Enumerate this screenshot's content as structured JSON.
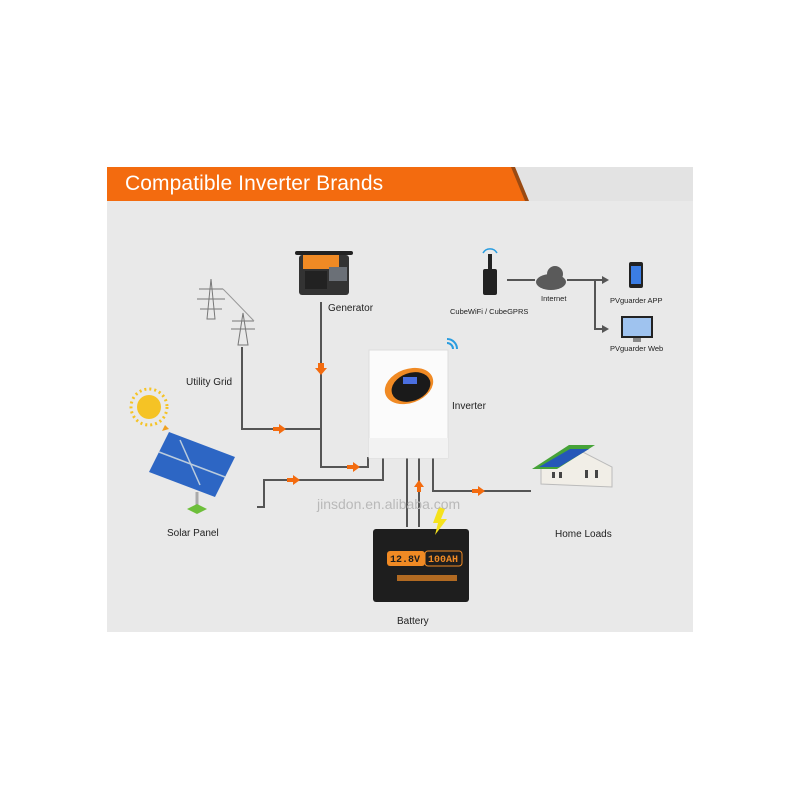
{
  "banner": {
    "title": "Compatible Inverter Brands",
    "color": "#f36b0f"
  },
  "nodes": {
    "generator": {
      "label": "Generator"
    },
    "utility_grid": {
      "label": "Utility Grid"
    },
    "solar_panel": {
      "label": "Solar Panel"
    },
    "inverter": {
      "label": "Inverter"
    },
    "home_loads": {
      "label": "Home Loads"
    },
    "battery": {
      "label": "Battery",
      "voltage": "12.8V",
      "capacity": "100AH"
    },
    "cube": {
      "label": "CubeWiFi / CubeGPRS"
    },
    "internet": {
      "label": "Internet"
    },
    "app": {
      "label": "PVguarder APP"
    },
    "web": {
      "label": "PVguarder Web"
    }
  },
  "watermark": "jinsdon.en.alibaba.com",
  "colors": {
    "line": "#555555",
    "arrow": "#f36b0f",
    "wifi": "#2a9de0"
  }
}
